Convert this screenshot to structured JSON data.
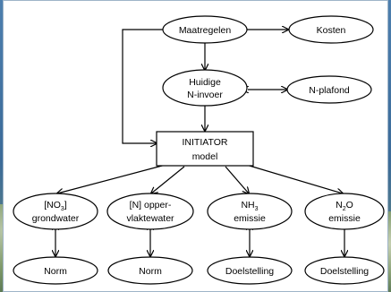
{
  "diagram": {
    "nodes": {
      "maatregelen": {
        "label": "Maatregelen"
      },
      "kosten": {
        "label": "Kosten"
      },
      "huidige": {
        "line1": "Huidige",
        "line2": "N-invoer"
      },
      "nplafond": {
        "label": "N-plafond"
      },
      "initiator": {
        "line1": "INITIATOR",
        "line2": "model"
      },
      "no3": {
        "pre": "[NO",
        "sub": "3",
        "post": "]",
        "line2": "grondwater"
      },
      "nopper": {
        "line1": "[N] opper-",
        "line2": "vlaktewater"
      },
      "nh3": {
        "pre": "NH",
        "sub": "3",
        "line2": "emissie"
      },
      "n2o": {
        "pre": "N",
        "sub": "2",
        "post": "O",
        "line2": "emissie"
      },
      "norm1": {
        "label": "Norm"
      },
      "norm2": {
        "label": "Norm"
      },
      "doel1": {
        "label": "Doelstelling"
      },
      "doel2": {
        "label": "Doelstelling"
      }
    }
  },
  "colors": {
    "background": "#3b6b99",
    "node_fill": "#ffffff",
    "stroke": "#000000"
  }
}
